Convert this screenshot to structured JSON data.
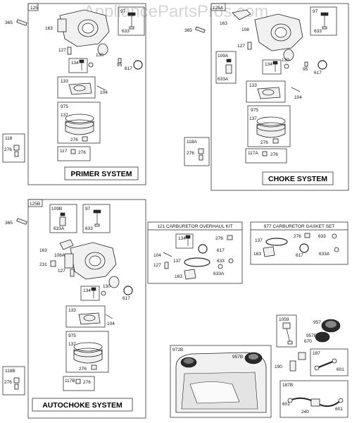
{
  "watermark": "AppliancePartsPros.com",
  "sections": {
    "primer": {
      "id": "125",
      "title": "PRIMER SYSTEM"
    },
    "choke": {
      "id": "125A",
      "title": "CHOKE SYSTEM"
    },
    "autochoke": {
      "id": "125B",
      "title": "AUTOCHOKE SYSTEM"
    },
    "overhaul": {
      "title": "121 CARBURETOR OVERHAUL KIT"
    },
    "gasket": {
      "title": "977 CARBURETOR GASKET SET"
    }
  },
  "labels": {
    "p_365": "365",
    "p_163": "163",
    "p_97": "97",
    "p_633": "633",
    "p_127": "127",
    "p_130": "130",
    "p_95": "95",
    "p_617": "617",
    "p_134": "134",
    "p_133": "133",
    "p_104": "104",
    "p_975": "975",
    "p_137": "137",
    "p_276": "276",
    "p_117": "117",
    "p_118": "118",
    "p_118_276": "276",
    "c_365": "365",
    "c_163": "163",
    "c_108": "108",
    "c_97": "97",
    "c_633": "633",
    "c_127": "127",
    "c_109A": "109A",
    "c_633A": "633A",
    "c_130": "130",
    "c_134": "134",
    "c_95": "95",
    "c_617": "617",
    "c_133": "133",
    "c_104": "104",
    "c_975": "975",
    "c_137": "137",
    "c_276": "276",
    "c_117A": "117A",
    "c_117A_276": "276",
    "c_118A": "118A",
    "c_118A_276": "276",
    "a_365": "365",
    "a_109B": "109B",
    "a_633A": "633A",
    "a_97": "97",
    "a_633": "633",
    "a_163": "163",
    "a_108A": "108A",
    "a_231": "231",
    "a_127": "127",
    "a_130": "130",
    "a_134": "134",
    "a_617": "617",
    "a_133": "133",
    "a_104": "104",
    "a_975": "975",
    "a_137": "137",
    "a_276": "276",
    "a_117B": "117B",
    "a_117B_276": "276",
    "a_118B": "118B",
    "a_118B_276": "276",
    "k_134": "134",
    "k_276": "276",
    "k_617": "617",
    "k_104": "104",
    "k_127": "127",
    "k_137": "137",
    "k_633": "633",
    "k_633A": "633A",
    "k_163": "163",
    "g_137": "137",
    "g_276": "276",
    "g_633": "633",
    "g_617": "617",
    "g_163": "163",
    "g_633A": "633A",
    "b_972B": "972B",
    "b_957B": "957B",
    "b_1059": "1059",
    "b_957": "957",
    "b_957B2": "957B",
    "b_670": "670",
    "b_190": "190",
    "b_187": "187",
    "b_601": "601",
    "b_187B": "187B",
    "b_601a": "601",
    "b_601b": "601",
    "b_240": "240"
  }
}
